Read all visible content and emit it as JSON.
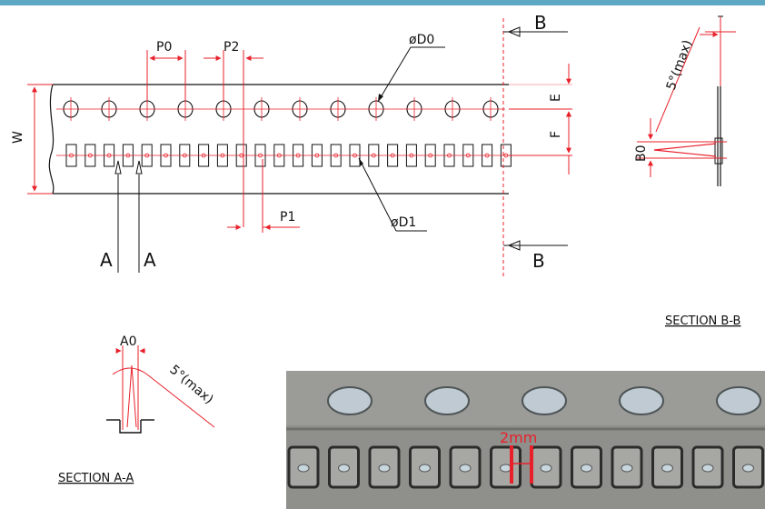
{
  "colors": {
    "top_bar": "#5fa8c4",
    "red": "#e8202a",
    "ink": "#111111",
    "photo_bg": "#8f8f8c",
    "photo_text": "#e8202a"
  },
  "labels": {
    "p0": "P0",
    "p2": "P2",
    "p1": "P1",
    "d0": "øD0",
    "d1": "øD1",
    "w": "W",
    "e": "E",
    "f": "F",
    "b_top": "B",
    "b_bottom": "B",
    "a_left": "A",
    "a_right": "A",
    "b0": "B0",
    "a0": "A0",
    "angle_bb": "5°(max)",
    "angle_aa": "5°(max)"
  },
  "sections": {
    "bb": "SECTION B-B",
    "aa": "SECTION A-A"
  },
  "photo": {
    "measure_label": "2mm"
  }
}
